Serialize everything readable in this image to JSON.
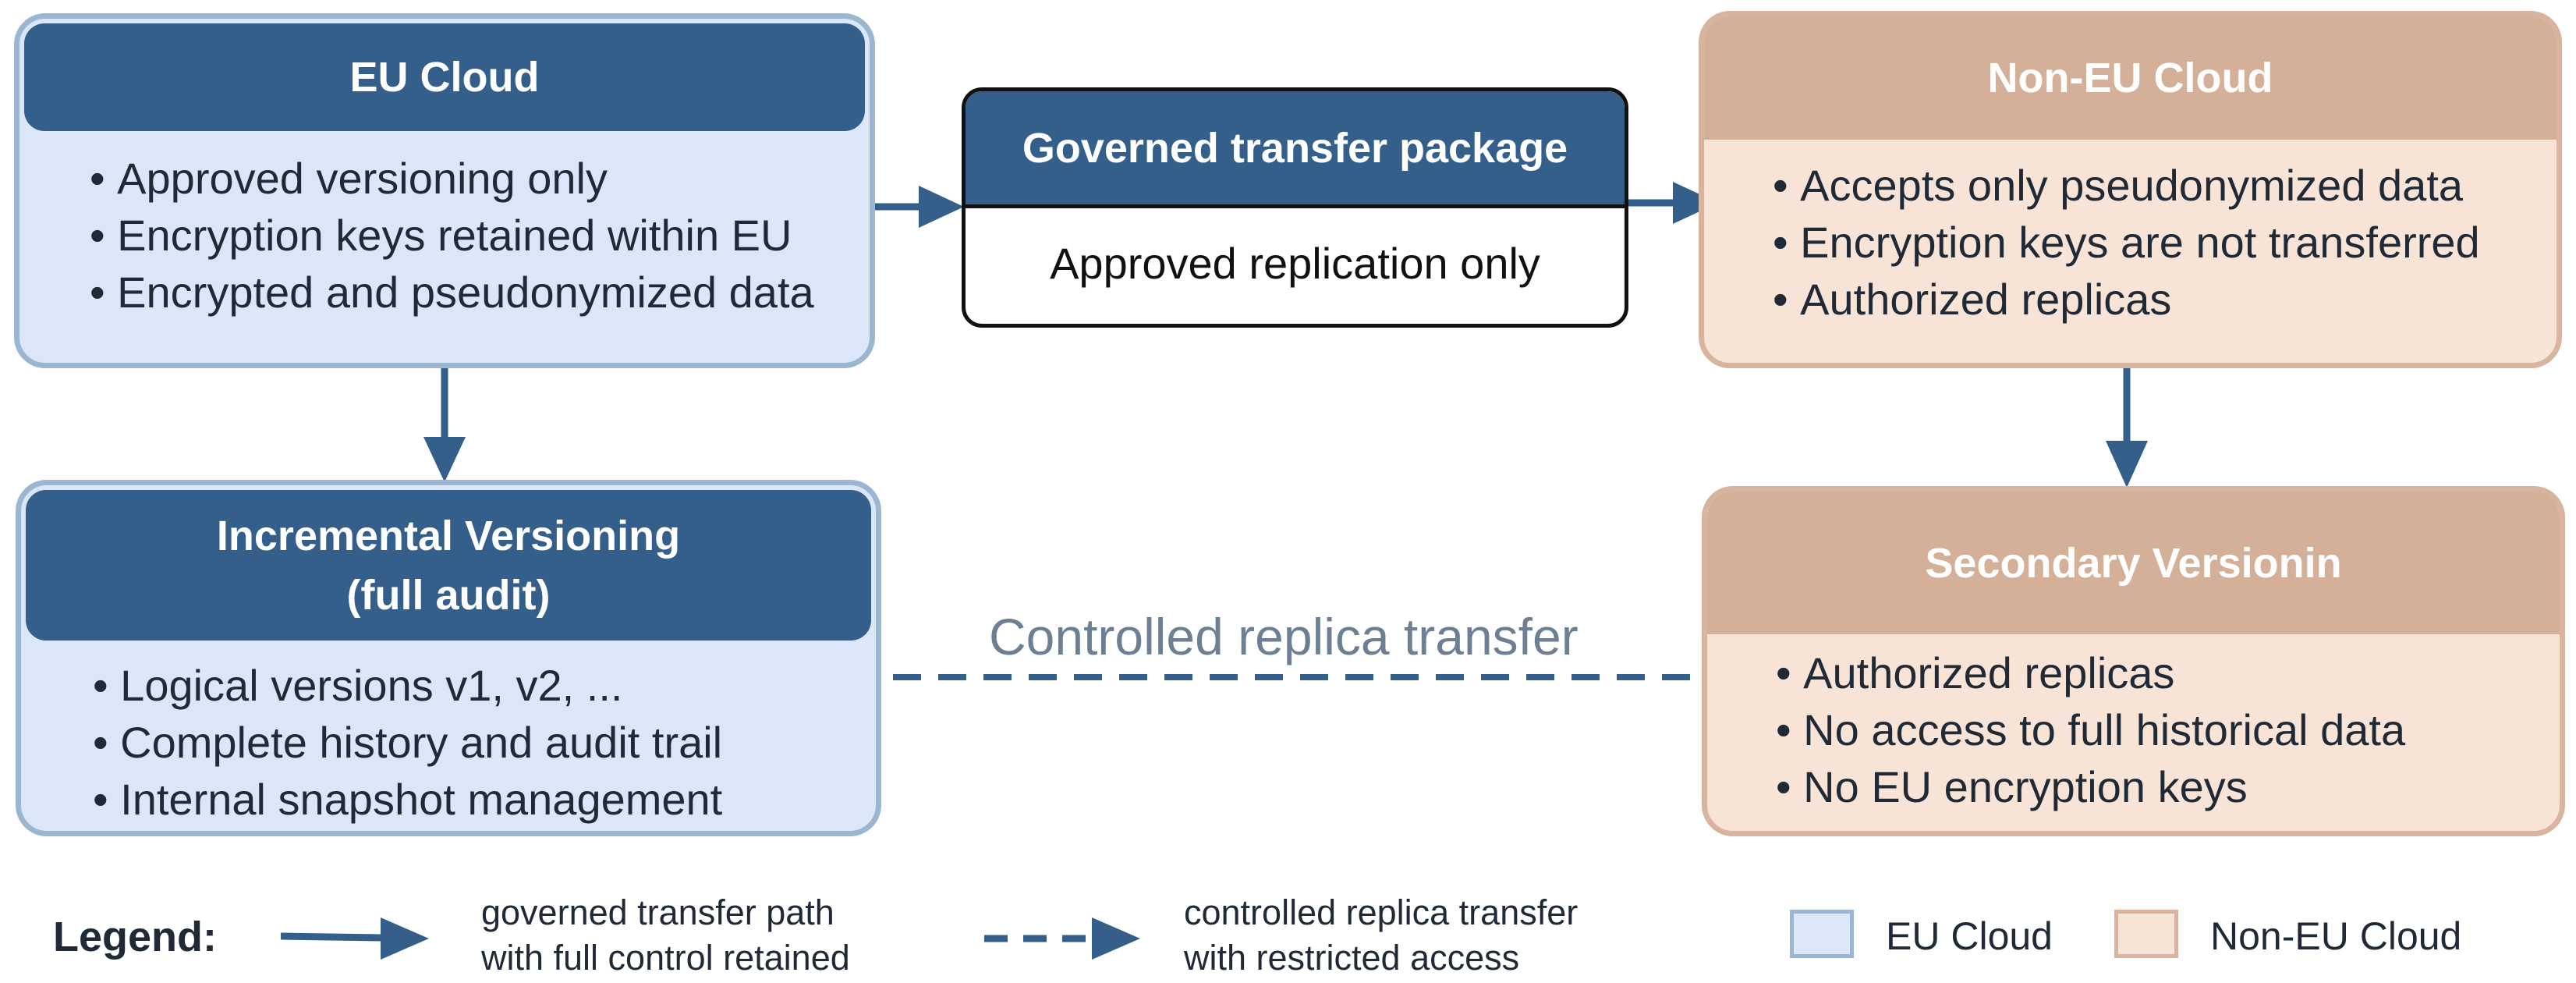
{
  "eu_cloud": {
    "title": "EU Cloud",
    "items": [
      "Approved versioning only",
      "Encryption keys retained within EU",
      "Encrypted and pseudonymized data"
    ]
  },
  "transfer_package": {
    "title": "Governed transfer package",
    "body": "Approved replication only"
  },
  "non_eu_cloud": {
    "title": "Non-EU Cloud",
    "items": [
      "Accepts only pseudonymized data",
      "Encryption keys are not transferred",
      "Authorized replicas"
    ]
  },
  "incremental_versioning": {
    "title_line1": "Incremental Versioning",
    "title_line2": "(full audit)",
    "items": [
      "Logical versions v1, v2, ...",
      "Complete history and audit trail",
      "Internal snapshot management"
    ]
  },
  "secondary_versioning": {
    "title": "Secondary Versionin",
    "items": [
      "Authorized replicas",
      "No access to full historical data",
      "No EU encryption keys"
    ]
  },
  "replica_link": {
    "label": "Controlled replica transfer"
  },
  "legend": {
    "title": "Legend:",
    "solid_line1": "governed transfer path",
    "solid_line2": "with full control retained",
    "dashed_line1": "controlled replica transfer",
    "dashed_line2": "with restricted access",
    "eu_label": "EU Cloud",
    "noneu_label": "Non-EU Cloud"
  },
  "colors": {
    "eu_header": "#335f8a",
    "eu_fill": "#dbe7f8",
    "eu_border": "#9bb6d0",
    "noneu_header": "#d3b097",
    "noneu_fill": "#f7e4d7",
    "noneu_border": "#d8b49e",
    "arrow": "#335f8a"
  }
}
